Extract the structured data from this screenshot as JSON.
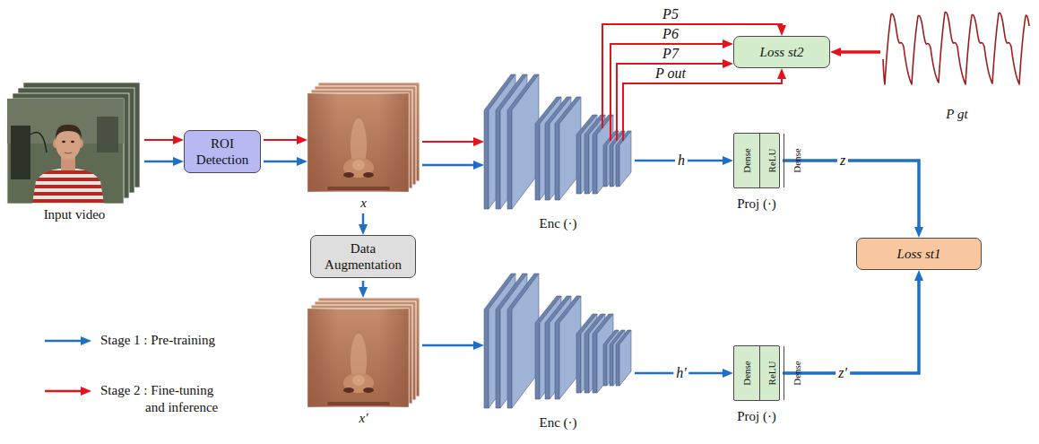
{
  "diagram": {
    "nodes": [
      {
        "text": [
          "Input video"
        ]
      },
      {
        "text": [
          "ROI Detection"
        ]
      },
      {
        "text": [
          "x"
        ]
      },
      {
        "text": [
          "Data Augmentation"
        ]
      },
      {
        "text": [
          "x'"
        ]
      },
      {
        "text": [
          "Enc (·)"
        ]
      },
      {
        "text": [
          "Enc (·)"
        ]
      },
      {
        "text": [
          "Dense",
          "ReLU",
          "Dense",
          "Proj (·)"
        ]
      },
      {
        "text": [
          "Dense",
          "ReLU",
          "Dense",
          "Proj (·)"
        ]
      },
      {
        "text": [
          "Loss st2"
        ]
      },
      {
        "text": [
          "P gt"
        ]
      },
      {
        "text": [
          "Loss st1"
        ]
      }
    ],
    "edges": [
      {
        "from": 0,
        "to": 1,
        "arrow": "to"
      },
      {
        "from": 0,
        "to": 1,
        "arrow": "to"
      },
      {
        "from": 1,
        "to": 2,
        "arrow": "to"
      },
      {
        "from": 1,
        "to": 2,
        "arrow": "to"
      },
      {
        "from": 2,
        "to": 5,
        "arrow": "to"
      },
      {
        "from": 2,
        "to": 5,
        "arrow": "to"
      },
      {
        "from": 2,
        "to": 3,
        "arrow": "to"
      },
      {
        "from": 3,
        "to": 4,
        "arrow": "to"
      },
      {
        "from": 4,
        "to": 6,
        "arrow": "to"
      },
      {
        "from": 5,
        "to": 7,
        "label": "h",
        "arrow": "to"
      },
      {
        "from": 7,
        "to": 11,
        "label": "z",
        "arrow": "to"
      },
      {
        "from": 6,
        "to": 8,
        "label": "h'",
        "arrow": "to"
      },
      {
        "from": 8,
        "to": 11,
        "label": "z'",
        "arrow": "to"
      },
      {
        "from": 5,
        "to": 9,
        "label": "P5",
        "arrow": "to"
      },
      {
        "from": 5,
        "to": 9,
        "label": "P6",
        "arrow": "to"
      },
      {
        "from": 5,
        "to": 9,
        "label": "P7",
        "arrow": "to"
      },
      {
        "from": 5,
        "to": 9,
        "label": "P out",
        "arrow": "to"
      },
      {
        "from": 10,
        "to": 9,
        "arrow": "to"
      }
    ],
    "legend": [
      {
        "text": "Stage 1 : Pre-training"
      },
      {
        "text": "Stage 2 : Fine-tuning and inference"
      }
    ]
  }
}
